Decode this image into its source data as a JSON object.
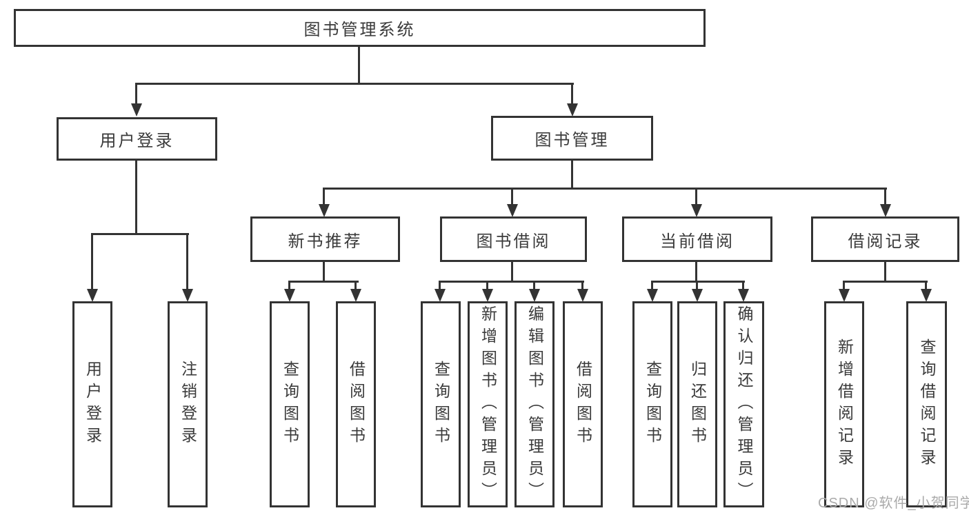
{
  "colors": {
    "line": "#333333",
    "node_text": "#3a3a3a",
    "node_background": "#ffffff",
    "watermark": "#aaaaaa"
  },
  "tree": {
    "root": {
      "label": "图书管理系统"
    },
    "children": [
      {
        "label": "用户登录",
        "children": [
          {
            "label": "用户登录"
          },
          {
            "label": "注销登录"
          }
        ]
      },
      {
        "label": "图书管理",
        "children": [
          {
            "label": "新书推荐",
            "children": [
              {
                "label": "查询图书"
              },
              {
                "label": "借阅图书"
              }
            ]
          },
          {
            "label": "图书借阅",
            "children": [
              {
                "label": "查询图书"
              },
              {
                "label": "新增图书（管理员）"
              },
              {
                "label": "编辑图书（管理员）"
              },
              {
                "label": "借阅图书"
              }
            ]
          },
          {
            "label": "当前借阅",
            "children": [
              {
                "label": "查询图书"
              },
              {
                "label": "归还图书"
              },
              {
                "label": "确认归还（管理员）"
              }
            ]
          },
          {
            "label": "借阅记录",
            "children": [
              {
                "label": "新增借阅记录"
              },
              {
                "label": "查询借阅记录"
              }
            ]
          }
        ]
      }
    ]
  },
  "watermark": {
    "text": "CSDN @软件_小贺同学"
  }
}
